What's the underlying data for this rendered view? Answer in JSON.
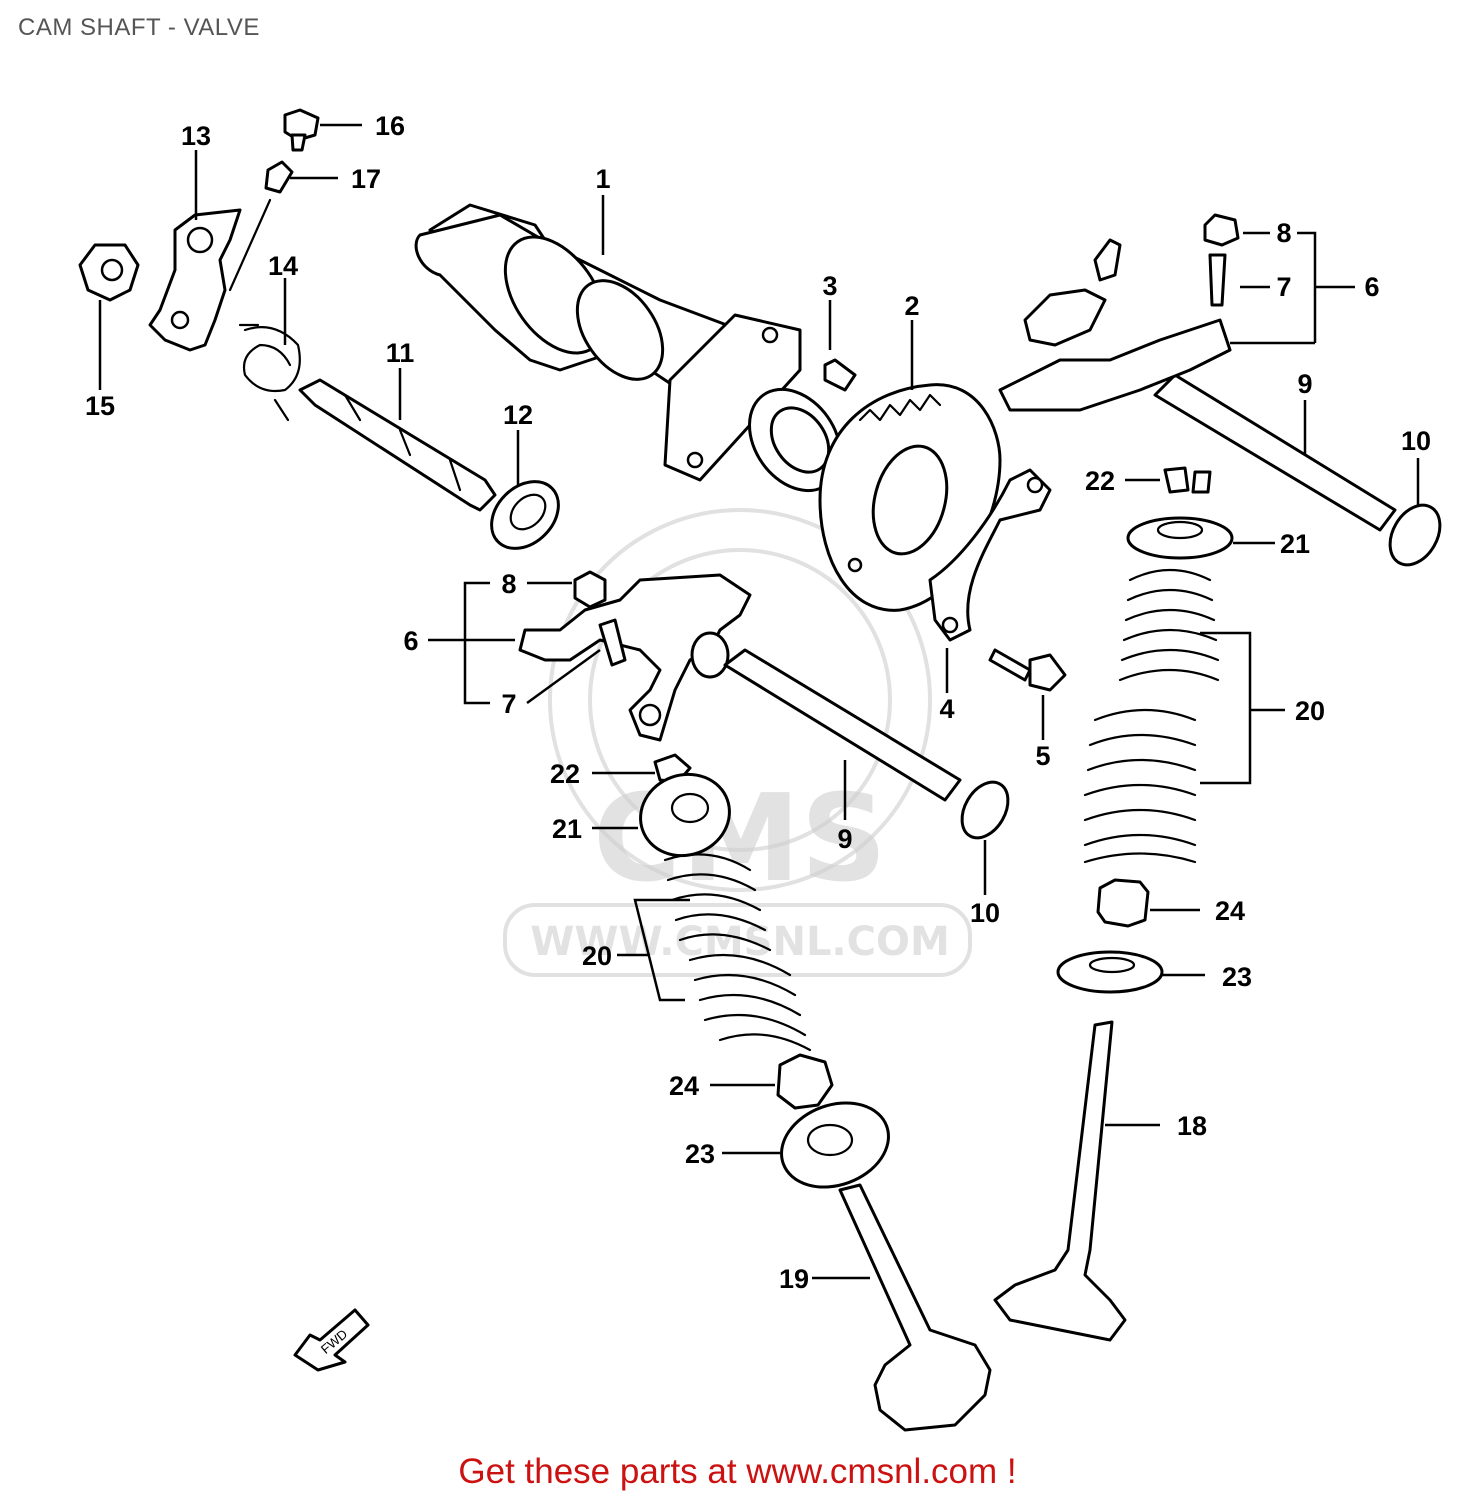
{
  "title": "CAM SHAFT - VALVE",
  "watermark": {
    "text_main": "CMS",
    "text_url": "WWW.CMSNL.COM"
  },
  "fwd_arrow": {
    "label": "FWD"
  },
  "callouts": {
    "c1": "1",
    "c2": "2",
    "c3": "3",
    "c4": "4",
    "c5": "5",
    "c6a": "6",
    "c6b": "6",
    "c7a": "7",
    "c7b": "7",
    "c8a": "8",
    "c8b": "8",
    "c9a": "9",
    "c9b": "9",
    "c10a": "10",
    "c10b": "10",
    "c11": "11",
    "c12": "12",
    "c13": "13",
    "c14": "14",
    "c15": "15",
    "c16": "16",
    "c17": "17",
    "c18": "18",
    "c19": "19",
    "c20a": "20",
    "c20b": "20",
    "c21a": "21",
    "c21b": "21",
    "c22a": "22",
    "c22b": "22",
    "c23a": "23",
    "c23b": "23",
    "c24a": "24",
    "c24b": "24"
  },
  "footer": "Get these parts at www.cmsnl.com !",
  "colors": {
    "footer": "#cc1111",
    "title": "#555555",
    "line": "#000000"
  }
}
